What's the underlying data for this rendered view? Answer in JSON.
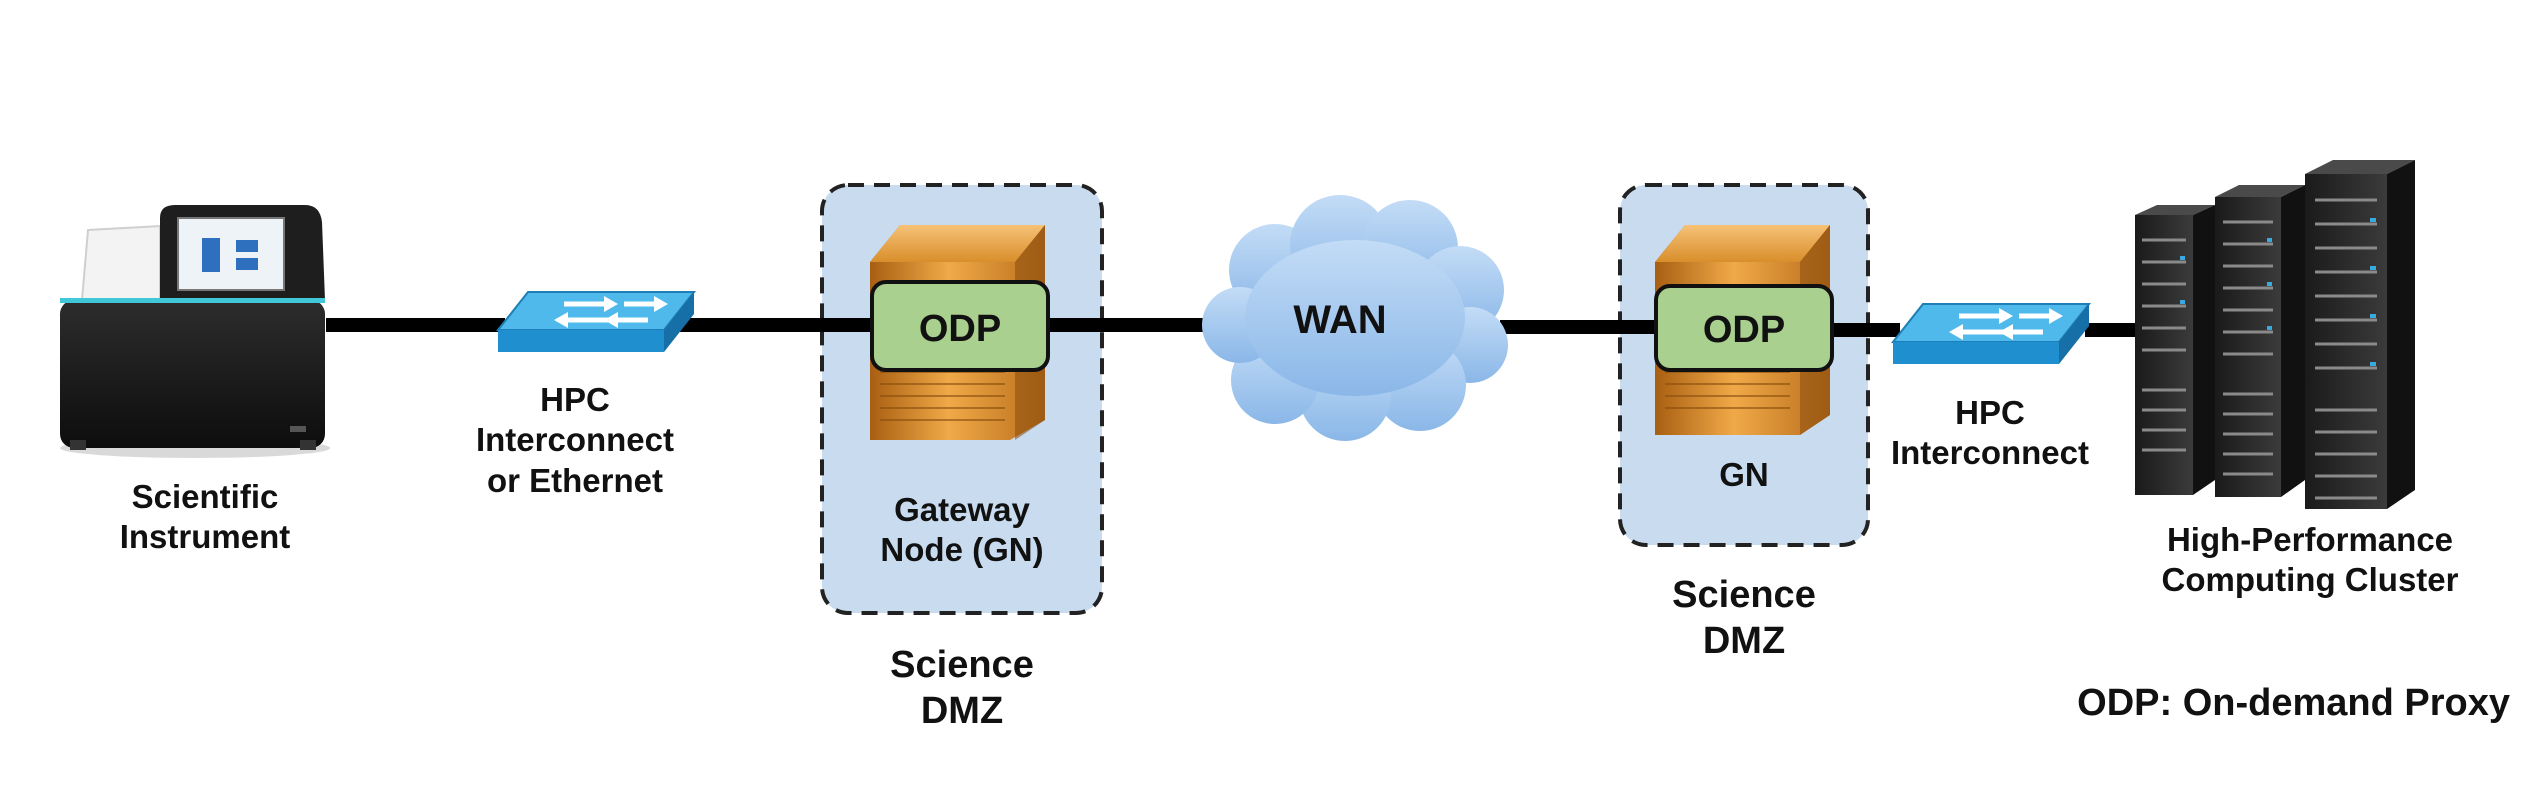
{
  "colors": {
    "line": "#000000",
    "dmz_fill": "#c9dcef",
    "odp_fill": "#a9d08e",
    "server_fill": "#d98e2b",
    "switch_fill": "#2b9fd8",
    "cloud_fill": "#9cc3ec"
  },
  "icons": {
    "instrument": "scientific-instrument-icon",
    "switch": "network-switch-icon",
    "gateway_server": "server-tower-icon",
    "cloud": "wan-cloud-icon",
    "cluster": "server-rack-icon"
  },
  "labels": {
    "instrument": [
      "Scientific",
      "Instrument"
    ],
    "switch_left": [
      "HPC",
      "Interconnect",
      "or Ethernet"
    ],
    "gateway_left": [
      "Gateway",
      "Node (GN)"
    ],
    "dmz_left": [
      "Science",
      "DMZ"
    ],
    "odp_left": "ODP",
    "wan": "WAN",
    "odp_right": "ODP",
    "gn_right": "GN",
    "dmz_right": [
      "Science",
      "DMZ"
    ],
    "switch_right": [
      "HPC",
      "Interconnect"
    ],
    "cluster": [
      "High-Performance",
      "Computing Cluster"
    ],
    "legend": "ODP: On-demand Proxy"
  }
}
